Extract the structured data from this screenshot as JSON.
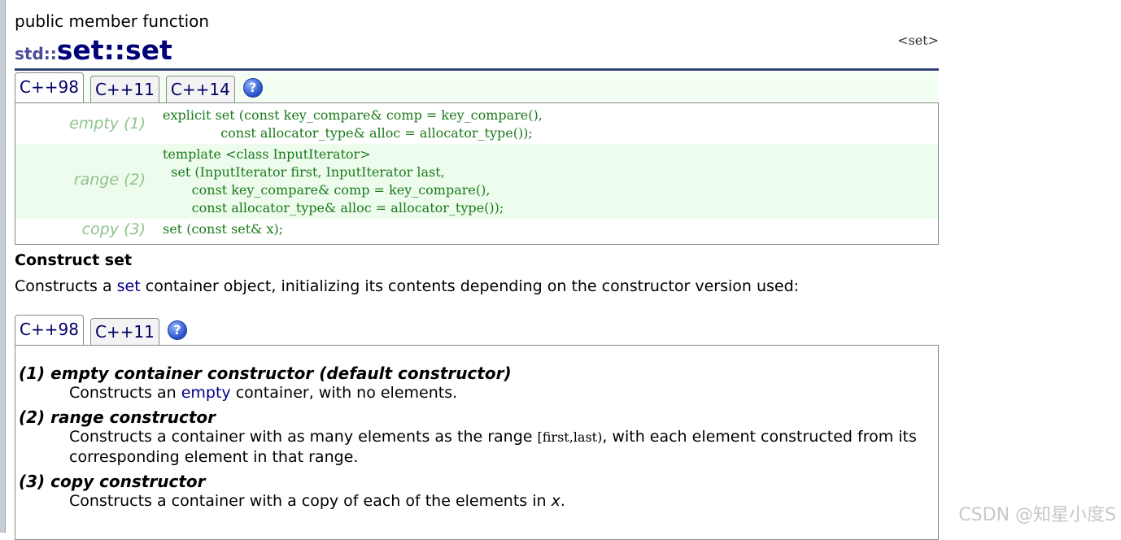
{
  "page": {
    "type_label": "public member function",
    "title_ns": "std::",
    "title_main": "set::set",
    "header_tag": "<set>"
  },
  "version_tabs_top": [
    "C++98",
    "C++11",
    "C++14"
  ],
  "prototypes": [
    {
      "label": "empty (1)",
      "code": "explicit set (const key_compare& comp = key_compare(),\n              const allocator_type& alloc = allocator_type());"
    },
    {
      "label": "range (2)",
      "code": "template <class InputIterator>\n  set (InputIterator first, InputIterator last,\n       const key_compare& comp = key_compare(),\n       const allocator_type& alloc = allocator_type());"
    },
    {
      "label": "copy (3)",
      "code": "set (const set& x);"
    }
  ],
  "section": {
    "title": "Construct set",
    "desc_pre": "Constructs a ",
    "desc_link": "set",
    "desc_post": " container object, initializing its contents depending on the constructor version used:"
  },
  "version_tabs_bottom": [
    "C++98",
    "C++11"
  ],
  "help_icon_glyph": "?",
  "constructors": [
    {
      "title": "(1) empty container constructor (default constructor)",
      "text_pre": "Constructs an ",
      "text_link": "empty",
      "text_post": " container, with no elements."
    },
    {
      "title": "(2) range constructor",
      "text_pre": "Constructs a container with as many elements as the range ",
      "text_code": "[first,last)",
      "text_post": ", with each element constructed from its corresponding element in that range."
    },
    {
      "title": "(3) copy constructor",
      "text_pre": "Constructs a container with a copy of each of the elements in ",
      "text_em": "x",
      "text_post": "."
    }
  ],
  "watermark": "CSDN @知星小度S"
}
